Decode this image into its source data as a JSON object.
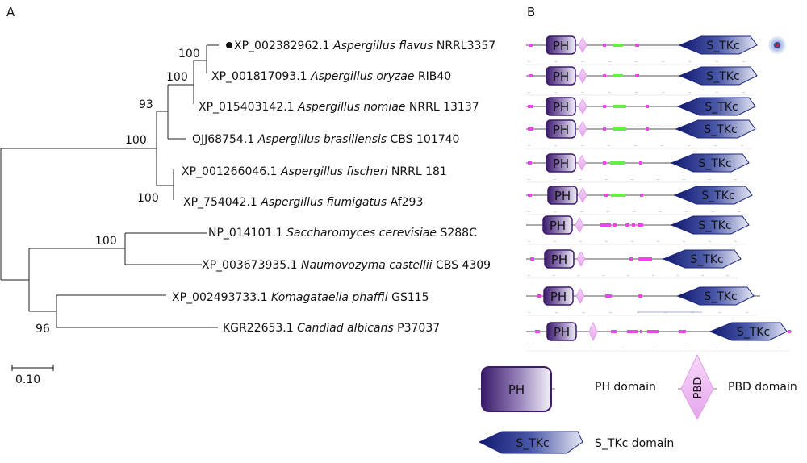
{
  "panels": {
    "a": "A",
    "b": "B"
  },
  "tree": {
    "scale_label": "0.10",
    "taxa": [
      {
        "accession": "XP_002382962.1",
        "species": "Aspergillus flavus",
        "strain": "NRRL3357",
        "marked": true
      },
      {
        "accession": "XP_001817093.1",
        "species": "Aspergillus oryzae",
        "strain": "RIB40",
        "marked": false
      },
      {
        "accession": "XP_015403142.1",
        "species": "Aspergillus nomiae",
        "strain": "NRRL 13137",
        "marked": false
      },
      {
        "accession": "OJJ68754.1",
        "species": "Aspergillus brasiliensis",
        "strain": "CBS 101740",
        "marked": false
      },
      {
        "accession": "XP_001266046.1",
        "species": "Aspergillus fischeri",
        "strain": "NRRL 181",
        "marked": false
      },
      {
        "accession": "XP_754042.1",
        "species": "Aspergillus fiumigatus",
        "strain": "Af293",
        "marked": false
      },
      {
        "accession": "NP_014101.1",
        "species": "Saccharomyces cerevisiae",
        "strain": "S288C",
        "marked": false
      },
      {
        "accession": "XP_003673935.1",
        "species": "Naumovozyma castellii",
        "strain": "CBS 4309",
        "marked": false
      },
      {
        "accession": "XP_002493733.1",
        "species": "Komagataella phaffii",
        "strain": "GS115",
        "marked": false
      },
      {
        "accession": "KGR22653.1",
        "species": "Candiad albicans",
        "strain": "P37037",
        "marked": false
      }
    ],
    "bootstrap": [
      {
        "clade": "flavus-oryzae",
        "value": "100"
      },
      {
        "clade": "flavus-oryzae-nomiae",
        "value": "100"
      },
      {
        "clade": "aspergillus-section-1",
        "value": "93"
      },
      {
        "clade": "aspergillus-all",
        "value": "100"
      },
      {
        "clade": "fischeri-fumigatus",
        "value": "100"
      },
      {
        "clade": "saccharomyces-naumovozyma",
        "value": "100"
      },
      {
        "clade": "komagataella-candida",
        "value": "96"
      }
    ]
  },
  "domains": {
    "ph_label": "PH",
    "pbd_label": "PBD",
    "stkc_label": "S_TKc",
    "colors": {
      "ph": "#4a2a78",
      "pbd": "#e8a8ee",
      "stkc": "#1a237e",
      "low_complexity": "#ee44ee",
      "coiled_coil": "#66ee44",
      "backbone": "#aaaaaa"
    }
  },
  "legend": {
    "ph": "PH domain",
    "pbd": "PBD domain",
    "stkc": "S_TKc domain"
  }
}
